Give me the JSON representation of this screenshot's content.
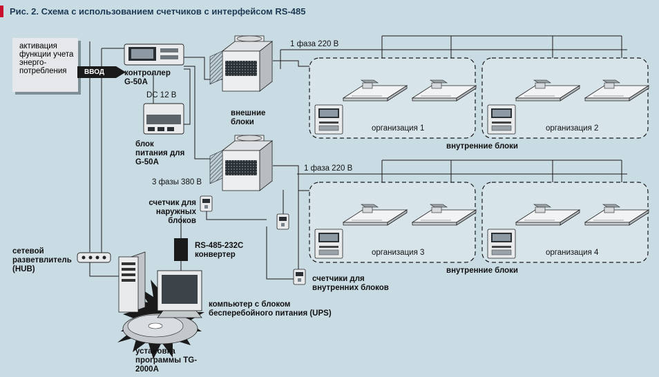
{
  "title": "Рис. 2. Схема с использованием счетчиков с интерфейсом RS-485",
  "activation_note": "активация функции учета энерго-потребления",
  "input_label": "ВВОД",
  "controller_label": "контроллер G-50A",
  "dc_label": "DC 12 В",
  "psu_label": "блок питания для G-50A",
  "outdoor_units_label": "внешние блоки",
  "phase3_label": "3 фазы 380 В",
  "outdoor_meter_label": "счетчик для наружных блоков",
  "converter_label": "RS-485-232C конвертер",
  "hub_label": "сетевой разветвлитель (HUB)",
  "indoor_meters_label": "счетчики для внутренних блоков",
  "computer_label": "компьютер с блоком бесперебойного питания (UPS)",
  "software_label": "установка программы TG-2000A",
  "phase1_top": "1 фаза 220 В",
  "phase1_bottom": "1 фаза 220 В",
  "indoor_units_top": "внутренние блоки",
  "indoor_units_bottom": "внутренние блоки",
  "orgs": [
    "организация 1",
    "организация 2",
    "организация 3",
    "организация 4"
  ],
  "colors": {
    "background": "#c9dbe3",
    "accent_red": "#c8102e",
    "title": "#1d3b55",
    "dark": "#1a1a1a",
    "device": "#e8eaec"
  }
}
